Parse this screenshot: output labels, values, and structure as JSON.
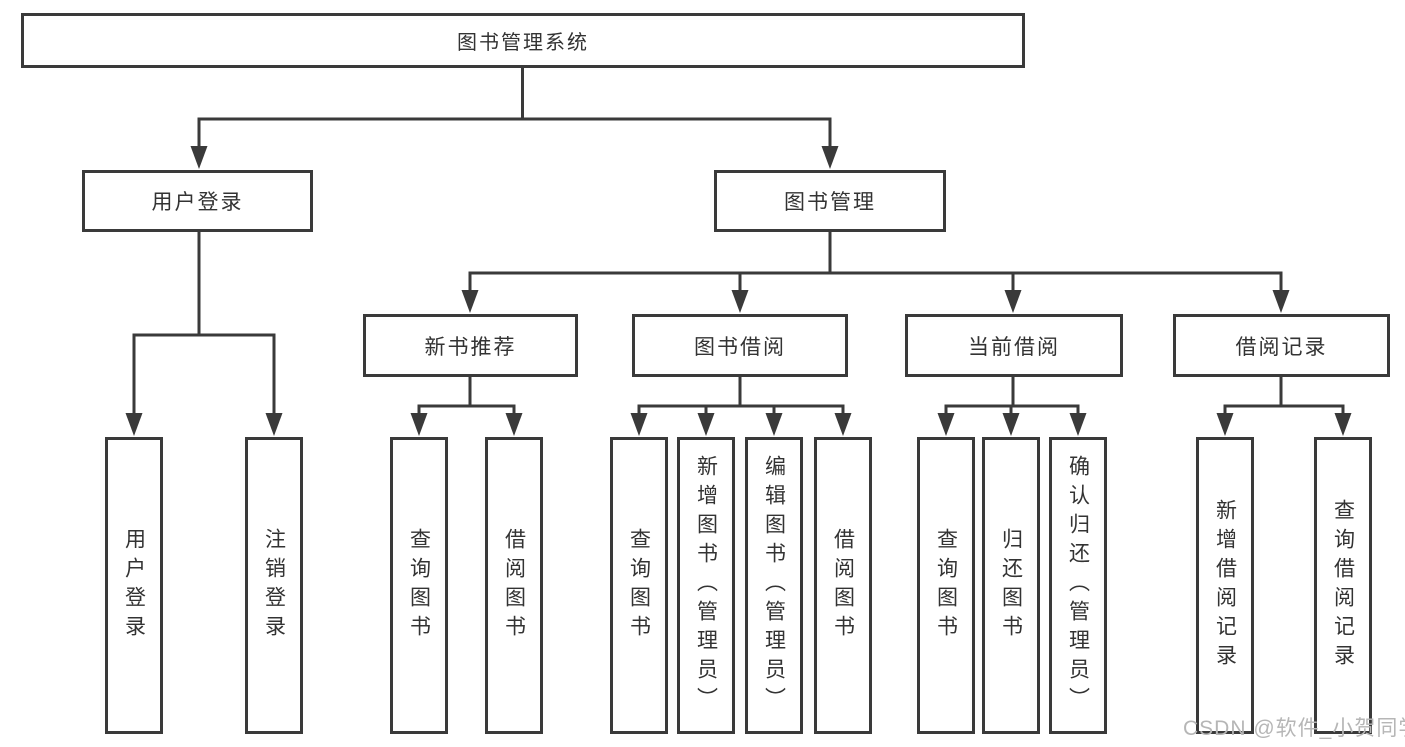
{
  "tree": {
    "label": "图书管理系统",
    "children": [
      {
        "label": "用户登录",
        "children": [
          {
            "label": "用户登录"
          },
          {
            "label": "注销登录"
          }
        ]
      },
      {
        "label": "图书管理",
        "children": [
          {
            "label": "新书推荐",
            "children": [
              {
                "label": "查询图书"
              },
              {
                "label": "借阅图书"
              }
            ]
          },
          {
            "label": "图书借阅",
            "children": [
              {
                "label": "查询图书"
              },
              {
                "label": "新增图书（管理员）"
              },
              {
                "label": "编辑图书（管理员）"
              },
              {
                "label": "借阅图书"
              }
            ]
          },
          {
            "label": "当前借阅",
            "children": [
              {
                "label": "查询图书"
              },
              {
                "label": "归还图书"
              },
              {
                "label": "确认归还（管理员）"
              }
            ]
          },
          {
            "label": "借阅记录",
            "children": [
              {
                "label": "新增借阅记录"
              },
              {
                "label": "查询借阅记录"
              }
            ]
          }
        ]
      }
    ]
  },
  "watermark": {
    "text": "CSDN @软件_小贺同学"
  },
  "colors": {
    "line": "#3a3a3a",
    "border": "#3a3a3a",
    "text": "#333333",
    "background": "#ffffff",
    "watermark": "#b6b6b6"
  }
}
